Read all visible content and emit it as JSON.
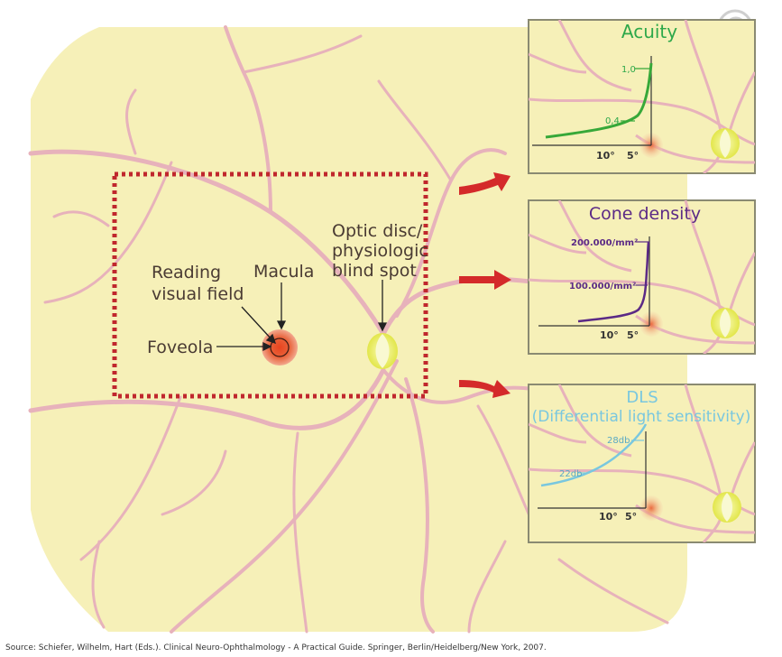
{
  "diagram": {
    "labels": {
      "reading_visual_field": [
        "Reading",
        "visual field"
      ],
      "macula": "Macula",
      "foveola": "Foveola",
      "optic_disc": [
        "Optic disc/",
        "physiologic",
        "blind spot"
      ]
    },
    "panels": {
      "acuity": {
        "title": "Acuity",
        "title_color": "#2ea84a",
        "y_ticks": [
          "1,0",
          "0,4"
        ],
        "x_ticks": [
          "10°",
          "5°"
        ]
      },
      "cone_density": {
        "title": "Cone density",
        "title_color": "#5b2a86",
        "y_ticks": [
          "200.000/mm²",
          "100.000/mm²"
        ],
        "x_ticks": [
          "10°",
          "5°"
        ]
      },
      "dls": {
        "title_line1": "DLS",
        "title_line2": "(Differential light sensitivity)",
        "title_color": "#79c7df",
        "y_ticks": [
          "28db",
          "22db"
        ],
        "x_ticks": [
          "10°",
          "5°"
        ]
      }
    },
    "colors": {
      "retina_bg": "#f6f0b8",
      "vessel": "#e7b2bb",
      "dotted_frame": "#c0272d",
      "arrow": "#d42a2a",
      "macula": "#e8623a",
      "optic_disc": "#eef05a"
    }
  },
  "source": "Source: Schiefer, Wilhelm, Hart (Eds.). Clinical Neuro-Ophthalmology - A Practical Guide. Springer, Berlin/Heidelberg/New York, 2007."
}
